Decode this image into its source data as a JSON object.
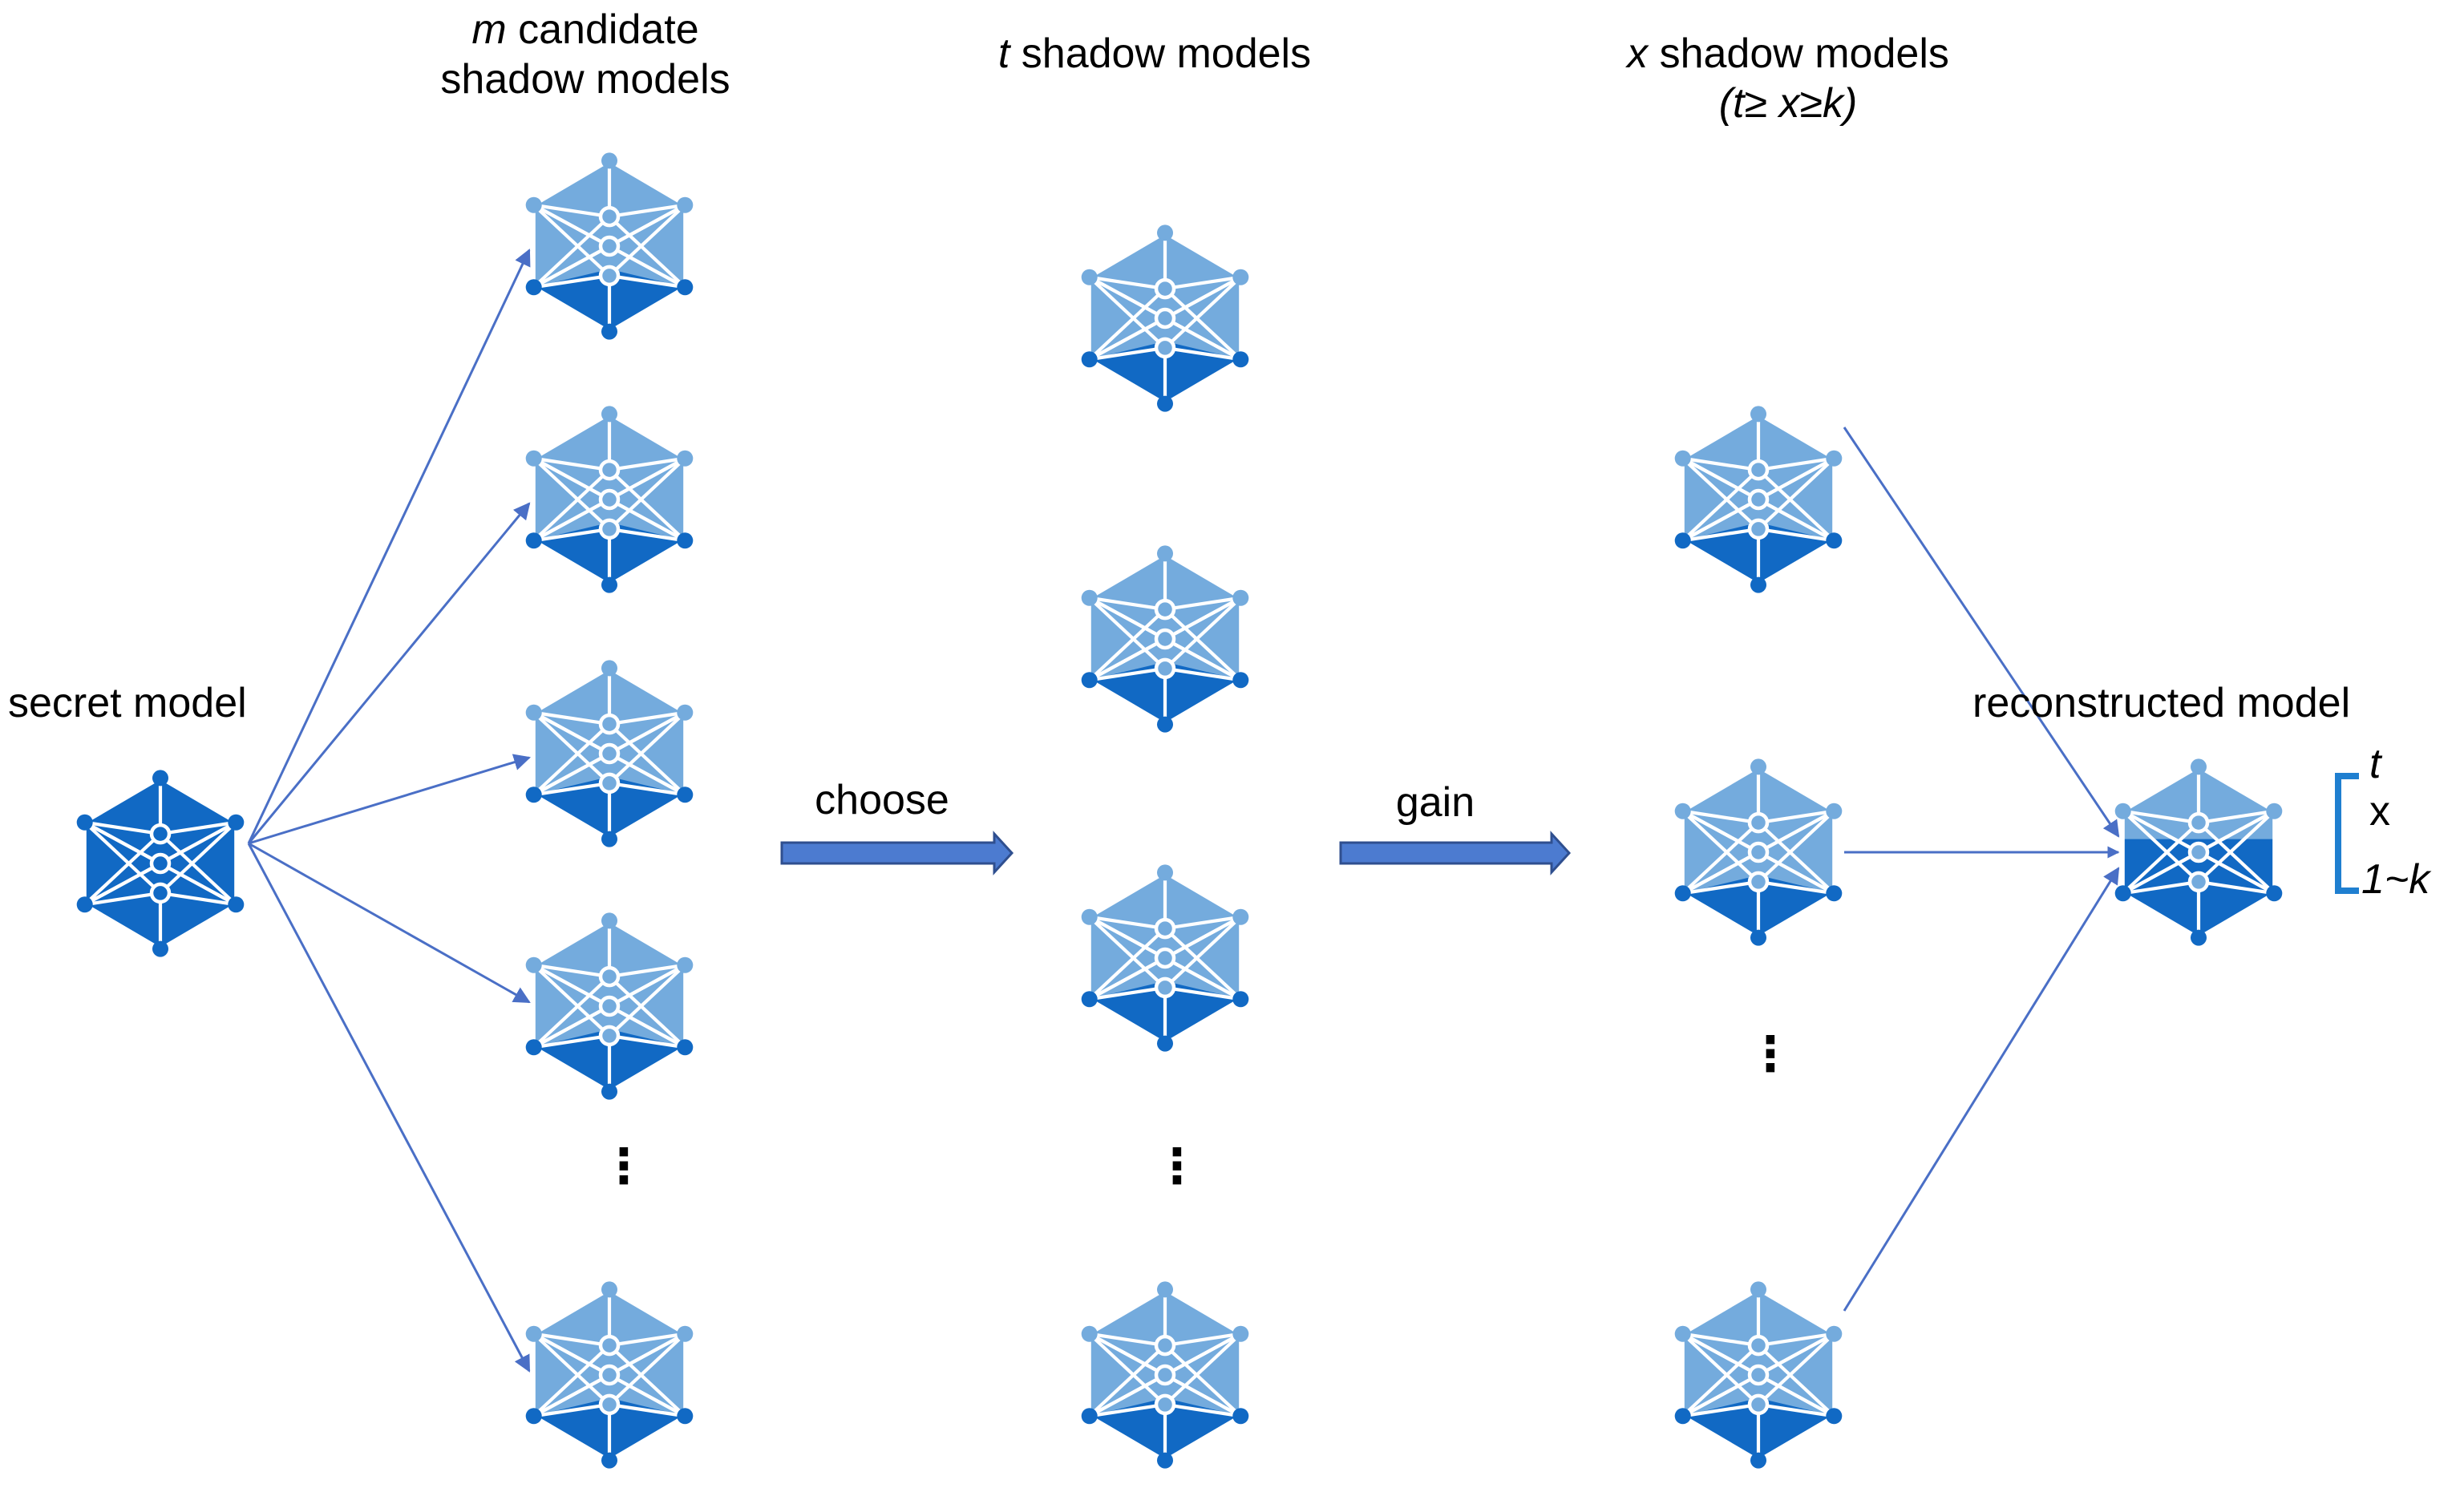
{
  "title": "",
  "labels": {
    "secret": "secret model",
    "candidates_var": "m",
    "candidates_line1": "candidate",
    "candidates_line2": "shadow models",
    "t_var": "t",
    "t_text": "shadow models",
    "x_var": "x",
    "x_text": "shadow models",
    "x_constraint": "(t≥ x≥k)",
    "reconstructed": "reconstructed model",
    "choose": "choose",
    "gain": "gain",
    "bracket_top": "t",
    "bracket_mid": "x",
    "bracket_bottom": "1~k",
    "ellipsis": "⋮"
  },
  "colors": {
    "light_node": "#74ABDD",
    "dark_node": "#1169C4",
    "edge": "#FFFFFF",
    "arrow": "#4A6FC6",
    "block_arrow_fill": "#4C7BD0",
    "block_arrow_stroke": "#2F4F8F",
    "bracket": "#1F7FD0"
  },
  "nodes": [
    {
      "id": "secret",
      "name": "secret-model-icon",
      "variant": "dark"
    },
    {
      "id": "m1",
      "name": "candidate-shadow-model-icon",
      "variant": "light"
    },
    {
      "id": "m2",
      "name": "candidate-shadow-model-icon",
      "variant": "light"
    },
    {
      "id": "m3",
      "name": "candidate-shadow-model-icon",
      "variant": "light"
    },
    {
      "id": "m4",
      "name": "candidate-shadow-model-icon",
      "variant": "light"
    },
    {
      "id": "m5",
      "name": "candidate-shadow-model-icon",
      "variant": "light"
    },
    {
      "id": "t1",
      "name": "t-shadow-model-icon",
      "variant": "light"
    },
    {
      "id": "t2",
      "name": "t-shadow-model-icon",
      "variant": "light"
    },
    {
      "id": "t3",
      "name": "t-shadow-model-icon",
      "variant": "light"
    },
    {
      "id": "t4",
      "name": "t-shadow-model-icon",
      "variant": "light"
    },
    {
      "id": "x1",
      "name": "x-shadow-model-icon",
      "variant": "light"
    },
    {
      "id": "x2",
      "name": "x-shadow-model-icon",
      "variant": "light"
    },
    {
      "id": "x3",
      "name": "x-shadow-model-icon",
      "variant": "light"
    },
    {
      "id": "recon",
      "name": "reconstructed-model-icon",
      "variant": "mixed"
    }
  ],
  "edges": [
    {
      "from": "secret",
      "to": "m1",
      "name": "secret-to-candidate-arrow"
    },
    {
      "from": "secret",
      "to": "m2",
      "name": "secret-to-candidate-arrow"
    },
    {
      "from": "secret",
      "to": "m3",
      "name": "secret-to-candidate-arrow"
    },
    {
      "from": "secret",
      "to": "m4",
      "name": "secret-to-candidate-arrow"
    },
    {
      "from": "secret",
      "to": "m5",
      "name": "secret-to-candidate-arrow"
    },
    {
      "from": "x1",
      "to": "recon",
      "name": "x-to-reconstructed-arrow"
    },
    {
      "from": "x2",
      "to": "recon",
      "name": "x-to-reconstructed-arrow"
    },
    {
      "from": "x3",
      "to": "recon",
      "name": "x-to-reconstructed-arrow"
    }
  ]
}
